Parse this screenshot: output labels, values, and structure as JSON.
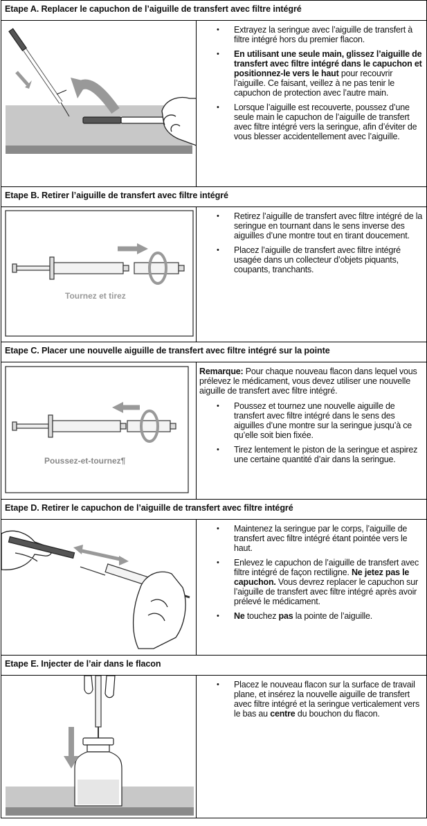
{
  "steps": [
    {
      "heading": "Etape A. Replacer le capuchon de l’aiguille de transfert avec filtre intégré",
      "bullets": [
        {
          "parts": [
            {
              "t": "Extrayez la seringue avec l’aiguille de transfert à filtre intégré hors du premier flacon.",
              "b": false
            }
          ]
        },
        {
          "parts": [
            {
              "t": "En utilisant une seule main, glissez l’aiguille de transfert avec filtre intégré dans le capuchon et positionnez-le vers le haut",
              "b": true
            },
            {
              "t": " pour recouvrir l’aiguille. Ce faisant, veillez à ne pas tenir le capuchon de protection avec l’autre main.",
              "b": false
            }
          ]
        },
        {
          "parts": [
            {
              "t": "Lorsque l’aiguille est recouverte, poussez d’une seule main le capuchon de l’aiguille de transfert avec filtre intégré vers la seringue, afin d’éviter de vous blesser accidentellement avec l’aiguille.",
              "b": false
            }
          ]
        }
      ]
    },
    {
      "heading": "Etape B. Retirer l’aiguille de transfert avec filtre intégré",
      "caption": "Tournez et tirez",
      "bullets": [
        {
          "parts": [
            {
              "t": "Retirez l’aiguille de transfert avec filtre intégré de la seringue en tournant dans le sens inverse des aiguilles d’une montre tout en tirant doucement.",
              "b": false
            }
          ]
        },
        {
          "parts": [
            {
              "t": "Placez l’aiguille de transfert avec filtre intégré usagée dans un collecteur d’objets piquants, coupants, tranchants.",
              "b": false
            }
          ]
        }
      ]
    },
    {
      "heading": "Etape C. Placer une nouvelle aiguille de transfert avec filtre intégré sur la pointe",
      "caption": "Poussez-et-tournez¶",
      "note_label": "Remarque:",
      "note_text": " Pour chaque nouveau flacon dans lequel vous prélevez le médicament, vous devez utiliser une nouvelle aiguille de transfert avec filtre intégré.",
      "bullets": [
        {
          "parts": [
            {
              "t": "Poussez et tournez une nouvelle aiguille de transfert avec filtre intégré dans le sens des aiguilles d’une montre sur la seringue jusqu’à ce qu’elle soit bien fixée.",
              "b": false
            }
          ]
        },
        {
          "parts": [
            {
              "t": "Tirez lentement le piston de la seringue et aspirez une certaine quantité d’air dans la seringue.",
              "b": false
            }
          ]
        }
      ]
    },
    {
      "heading": "Etape D. Retirer le capuchon de l’aiguille de transfert avec filtre intégré",
      "bullets": [
        {
          "parts": [
            {
              "t": "Maintenez la seringue par le corps, l’aiguille de transfert avec filtre intégré étant pointée vers le haut.",
              "b": false
            }
          ]
        },
        {
          "parts": [
            {
              "t": "Enlevez le capuchon de l’aiguille de transfert avec filtre intégré de façon rectiligne. ",
              "b": false
            },
            {
              "t": "Ne jetez pas le capuchon.",
              "b": true
            },
            {
              "t": " Vous devrez replacer le capuchon sur l’aiguille de transfert avec filtre intégré après avoir prélevé le médicament.",
              "b": false
            }
          ]
        },
        {
          "parts": [
            {
              "t": "Ne",
              "b": true
            },
            {
              "t": " touchez ",
              "b": false
            },
            {
              "t": "pas",
              "b": true
            },
            {
              "t": " la pointe de l’aiguille.",
              "b": false
            }
          ]
        }
      ]
    },
    {
      "heading": "Etape E. Injecter de l’air dans le flacon",
      "bullets": [
        {
          "parts": [
            {
              "t": "Placez le nouveau flacon sur la surface de travail plane, et insérez la nouvelle aiguille de transfert avec filtre intégré et la seringue verticalement vers le bas au ",
              "b": false
            },
            {
              "t": "centre",
              "b": true
            },
            {
              "t": " du bouchon du flacon.",
              "b": false
            }
          ]
        }
      ]
    }
  ]
}
